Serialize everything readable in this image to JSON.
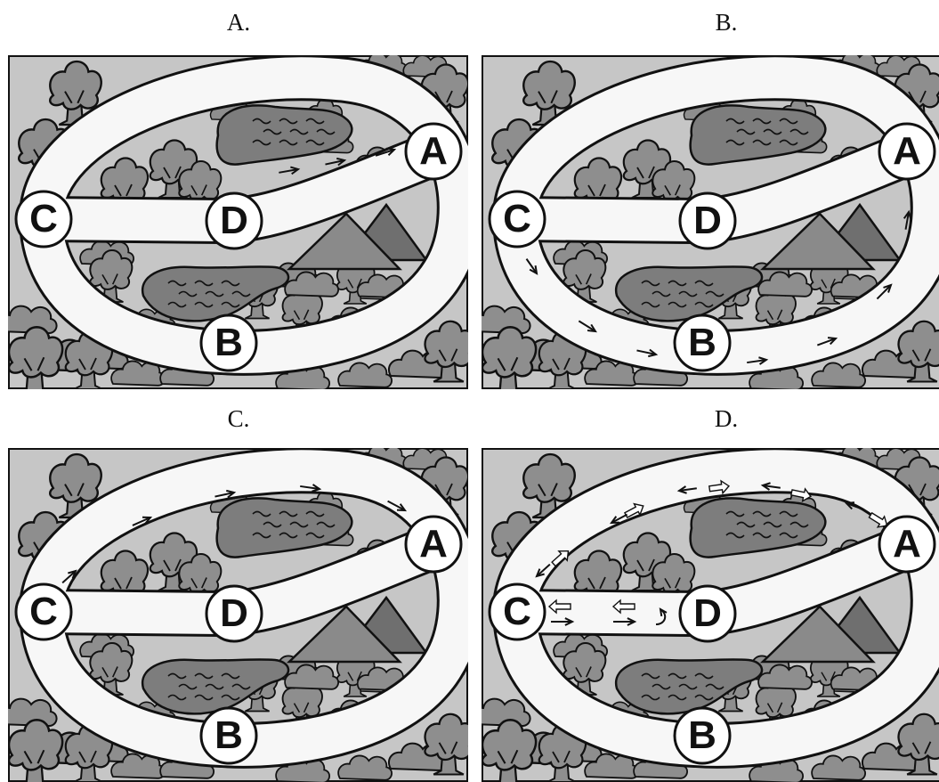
{
  "panels": [
    {
      "caption": "A.",
      "route": "D to A"
    },
    {
      "caption": "B.",
      "route": "C to B to A"
    },
    {
      "caption": "C.",
      "route": "C to A along top arc"
    },
    {
      "caption": "D.",
      "route": "C and D bidirectional, C to A bidirectional along top arc"
    }
  ],
  "nodes": {
    "a": "A",
    "b": "B",
    "c": "C",
    "d": "D"
  },
  "colors": {
    "background": "#c6c6c6",
    "trees": "#8e8e8e",
    "water": "#7d7d7d",
    "mountain_light": "#8a8a8a",
    "mountain_dark": "#6f6f6f",
    "road": "#f7f7f7",
    "outline": "#111111"
  }
}
